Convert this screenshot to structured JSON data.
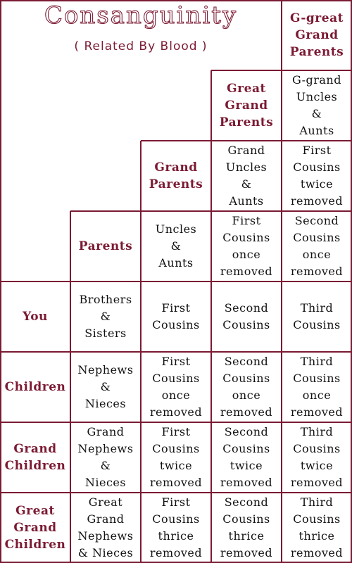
{
  "title": "Consanguinity",
  "subtitle": "( Related By Blood )",
  "colors": {
    "accent": "#7b1a33",
    "text": "#111111",
    "background": "#ffffff"
  },
  "cells": [
    {
      "id": "great-great-grandparents",
      "row": 0,
      "col": 4,
      "head": true,
      "text": "G-great\nGrand\nParents"
    },
    {
      "id": "great-grandparents",
      "row": 1,
      "col": 3,
      "head": true,
      "text": "Great\nGrand\nParents"
    },
    {
      "id": "great-grand-uncles-aunts",
      "row": 1,
      "col": 4,
      "head": false,
      "text": "G-grand\nUncles\n&\nAunts"
    },
    {
      "id": "grandparents",
      "row": 2,
      "col": 2,
      "head": true,
      "text": "Grand\nParents"
    },
    {
      "id": "grand-uncles-aunts",
      "row": 2,
      "col": 3,
      "head": false,
      "text": "Grand\nUncles\n&\nAunts"
    },
    {
      "id": "first-cousins-twice-removed-up",
      "row": 2,
      "col": 4,
      "head": false,
      "text": "First\nCousins\ntwice\nremoved"
    },
    {
      "id": "parents",
      "row": 3,
      "col": 1,
      "head": true,
      "text": "Parents"
    },
    {
      "id": "uncles-aunts",
      "row": 3,
      "col": 2,
      "head": false,
      "text": "Uncles\n&\nAunts"
    },
    {
      "id": "first-cousins-once-removed-up",
      "row": 3,
      "col": 3,
      "head": false,
      "text": "First\nCousins\nonce\nremoved"
    },
    {
      "id": "second-cousins-once-removed-up",
      "row": 3,
      "col": 4,
      "head": false,
      "text": "Second\nCousins\nonce\nremoved"
    },
    {
      "id": "you",
      "row": 4,
      "col": 0,
      "head": true,
      "text": "You"
    },
    {
      "id": "brothers-sisters",
      "row": 4,
      "col": 1,
      "head": false,
      "text": "Brothers\n&\nSisters"
    },
    {
      "id": "first-cousins",
      "row": 4,
      "col": 2,
      "head": false,
      "text": "First\nCousins"
    },
    {
      "id": "second-cousins",
      "row": 4,
      "col": 3,
      "head": false,
      "text": "Second\nCousins"
    },
    {
      "id": "third-cousins",
      "row": 4,
      "col": 4,
      "head": false,
      "text": "Third\nCousins"
    },
    {
      "id": "children",
      "row": 5,
      "col": 0,
      "head": true,
      "text": "Children"
    },
    {
      "id": "nephews-nieces",
      "row": 5,
      "col": 1,
      "head": false,
      "text": "Nephews\n&\nNieces"
    },
    {
      "id": "first-cousins-once-removed-down",
      "row": 5,
      "col": 2,
      "head": false,
      "text": "First\nCousins\nonce\nremoved"
    },
    {
      "id": "second-cousins-once-removed-down",
      "row": 5,
      "col": 3,
      "head": false,
      "text": "Second\nCousins\nonce\nremoved"
    },
    {
      "id": "third-cousins-once-removed",
      "row": 5,
      "col": 4,
      "head": false,
      "text": "Third\nCousins\nonce\nremoved"
    },
    {
      "id": "grandchildren",
      "row": 6,
      "col": 0,
      "head": true,
      "text": "Grand\nChildren"
    },
    {
      "id": "grand-nephews-nieces",
      "row": 6,
      "col": 1,
      "head": false,
      "text": "Grand\nNephews\n&\nNieces"
    },
    {
      "id": "first-cousins-twice-removed-down",
      "row": 6,
      "col": 2,
      "head": false,
      "text": "First\nCousins\ntwice\nremoved"
    },
    {
      "id": "second-cousins-twice-removed",
      "row": 6,
      "col": 3,
      "head": false,
      "text": "Second\nCousins\ntwice\nremoved"
    },
    {
      "id": "third-cousins-twice-removed",
      "row": 6,
      "col": 4,
      "head": false,
      "text": "Third\nCousins\ntwice\nremoved"
    },
    {
      "id": "great-grandchildren",
      "row": 7,
      "col": 0,
      "head": true,
      "text": "Great\nGrand\nChildren"
    },
    {
      "id": "great-grand-nephews-nieces",
      "row": 7,
      "col": 1,
      "head": false,
      "text": "Great\nGrand\nNephews\n& Nieces"
    },
    {
      "id": "first-cousins-thrice-removed",
      "row": 7,
      "col": 2,
      "head": false,
      "text": "First\nCousins\nthrice\nremoved"
    },
    {
      "id": "second-cousins-thrice-removed",
      "row": 7,
      "col": 3,
      "head": false,
      "text": "Second\nCousins\nthrice\nremoved"
    },
    {
      "id": "third-cousins-thrice-removed",
      "row": 7,
      "col": 4,
      "head": false,
      "text": "Third\nCousins\nthrice\nremoved"
    }
  ]
}
